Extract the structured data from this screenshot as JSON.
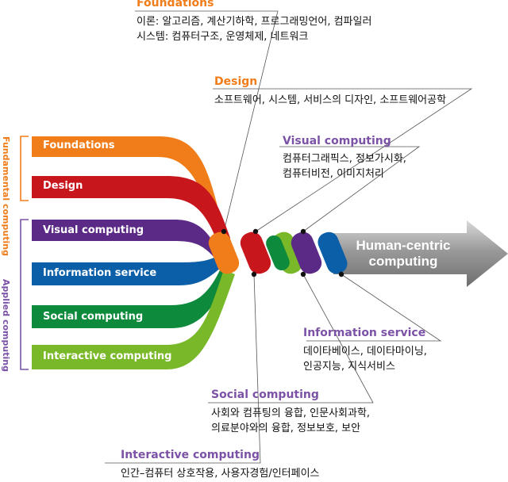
{
  "categories": {
    "fundamental": "Fundamental computing",
    "applied": "Applied computing"
  },
  "bands": [
    {
      "label": "Foundations",
      "color": "#f07d1a"
    },
    {
      "label": "Design",
      "color": "#c8161d"
    },
    {
      "label": "Visual computing",
      "color": "#5b2a86"
    },
    {
      "label": "Information service",
      "color": "#0a5fa8"
    },
    {
      "label": "Social computing",
      "color": "#0e8a3c"
    },
    {
      "label": "Interactive computing",
      "color": "#79b829"
    }
  ],
  "target": "Human-centric computing",
  "callouts": [
    {
      "title": "Foundations",
      "color": "#f07d1a",
      "lines": [
        "이론: 알고리즘, 계산기하학, 프로그래밍언어, 컴파일러",
        "시스템: 컴퓨터구조, 운영체제, 네트워크"
      ]
    },
    {
      "title": "Design",
      "color": "#f07d1a",
      "lines": [
        "소프트웨어, 시스템, 서비스의 디자인, 소프트웨어공학"
      ]
    },
    {
      "title": "Visual computing",
      "color": "#7b52a6",
      "lines": [
        "컴퓨터그래픽스, 정보가시화,",
        "컴퓨터비전, 이미지처리"
      ]
    },
    {
      "title": "Information service",
      "color": "#7b52a6",
      "lines": [
        "데이타베이스, 데이타마이닝,",
        "인공지능, 지식서비스"
      ]
    },
    {
      "title": "Social computing",
      "color": "#7b52a6",
      "lines": [
        "사회와 컴퓨팅의 융합, 인문사회과학,",
        "의료분야와의 융합, 정보보호, 보안"
      ]
    },
    {
      "title": "Interactive computing",
      "color": "#7b52a6",
      "lines": [
        "인간–컴퓨터 상호작용, 사용자경험/인터페이스"
      ]
    }
  ]
}
